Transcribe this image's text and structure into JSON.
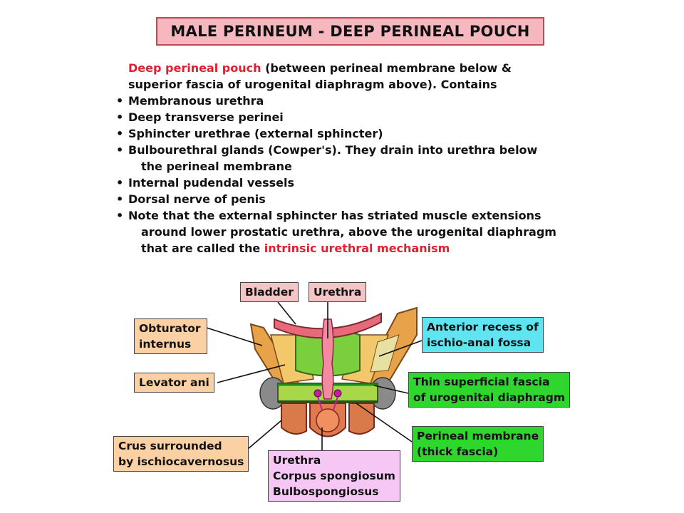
{
  "title": "MALE PERINEUM - DEEP PERINEAL POUCH",
  "intro": {
    "highlight": "Deep perineal pouch",
    "line1_rest": " (between perineal membrane below &",
    "line2": "superior fascia of urogenital diaphragm above). Contains"
  },
  "bullets": [
    {
      "text": "Membranous urethra"
    },
    {
      "text": "Deep transverse perinei"
    },
    {
      "text": "Sphincter urethrae (external sphincter)"
    },
    {
      "text": "Bulbourethral glands (Cowper's). They drain into urethra below",
      "cont": "the perineal membrane"
    },
    {
      "text": "Internal pudendal vessels"
    },
    {
      "text": "Dorsal nerve of penis"
    }
  ],
  "note": {
    "line1": "Note that the external sphincter has striated muscle extensions",
    "line2": "around lower prostatic urethra, above the urogenital diaphragm",
    "line3_prefix": "that are called the ",
    "line3_highlight": "intrinsic urethral mechanism"
  },
  "bullet_symbol": "•",
  "labels": {
    "bladder": "Bladder",
    "urethra_top": "Urethra",
    "obturator_1": "Obturator",
    "obturator_2": "internus",
    "levator": "Levator ani",
    "crus_1": "Crus surrounded",
    "crus_2": "by ischiocavernosus",
    "anterior_1": "Anterior recess of",
    "anterior_2": "ischio-anal fossa",
    "thin_1": "Thin superficial fascia",
    "thin_2": "of urogenital diaphragm",
    "perineal_1": "Perineal membrane",
    "perineal_2": "(thick fascia)",
    "bottom_1": "Urethra",
    "bottom_2": "Corpus spongiosum",
    "bottom_3": "Bulbospongiosus"
  },
  "colors": {
    "title_bg": "#f6b8be",
    "highlight_red": "#e0202e",
    "orange_label": "#fbd1a3",
    "pink_label": "#f4c4c6",
    "cyan_label": "#5fe4f2",
    "green_label": "#2ed62e",
    "violet_label": "#f6c6f4"
  }
}
